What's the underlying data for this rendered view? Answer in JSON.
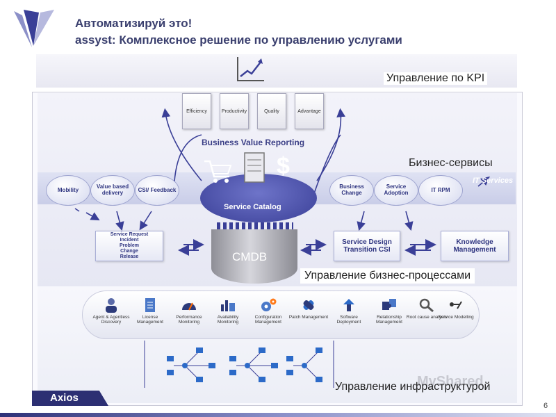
{
  "header": {
    "title_line1": "Автоматизируй это!",
    "title_line2": "assyst: Комплексное решение по управлению услугами"
  },
  "layers": {
    "kpi": "Управление по KPI",
    "business_services": "Бизнес-сервисы",
    "business_processes": "Управление бизнес-процессами",
    "infrastructure": "Управление инфраструктурой"
  },
  "reports": [
    "Efficiency",
    "Productivity",
    "Quality",
    "Advantage"
  ],
  "business_value_reporting": "Business Value Reporting",
  "it_services": "IT Services",
  "left_services": [
    "Mobility",
    "Value based delivery",
    "CSI/ Feedback"
  ],
  "right_services": [
    "Business Change",
    "Service Adoption",
    "IT RPM"
  ],
  "service_catalog": "Service Catalog",
  "cmdb": "CMDB",
  "service_request": [
    "Service Request",
    "Incident",
    "Problem",
    "Change",
    "Release"
  ],
  "service_design": [
    "Service Design",
    "Transition CSI"
  ],
  "knowledge": [
    "Knowledge",
    "Management"
  ],
  "tools": [
    {
      "label": "Agent & Agentless Discovery",
      "icon": "discovery-icon"
    },
    {
      "label": "License Management",
      "icon": "license-icon"
    },
    {
      "label": "Performance Monitoring",
      "icon": "gauge-icon"
    },
    {
      "label": "Availability Monitoring",
      "icon": "availability-icon"
    },
    {
      "label": "Configuration Management",
      "icon": "gears-icon"
    },
    {
      "label": "Patch Management",
      "icon": "patch-icon"
    },
    {
      "label": "Software Deployment",
      "icon": "deployment-icon"
    },
    {
      "label": "Relationship Management",
      "icon": "puzzle-icon"
    },
    {
      "label": "Root cause analysis",
      "icon": "magnifier-icon"
    },
    {
      "label": "Service Modelling",
      "icon": "modelling-icon"
    }
  ],
  "brand": "Axios",
  "page_number": "6",
  "watermark": "MyShared",
  "colors": {
    "accent": "#3a3f97",
    "brand": "#2c2f73"
  }
}
